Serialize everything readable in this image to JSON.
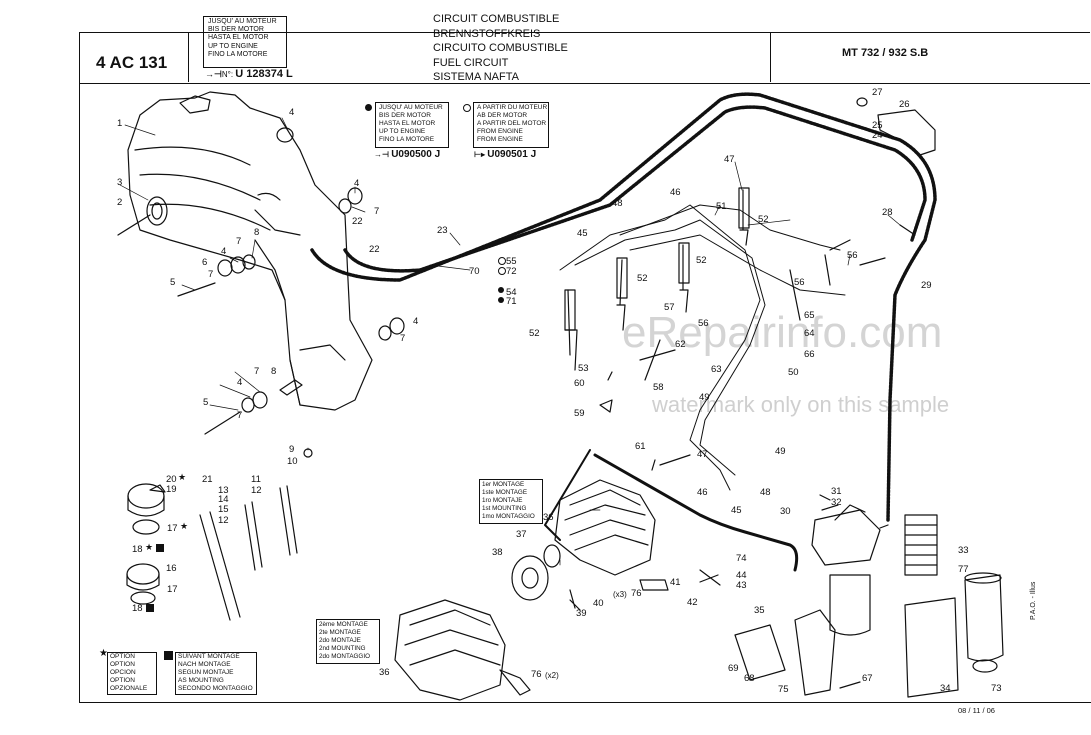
{
  "header": {
    "ref_code": "4 AC 131",
    "engine_until_lines": [
      "JUSQU' AU MOTEUR",
      "BIS DER MOTOR",
      "HASTA EL MOTOR",
      "UP TO ENGINE",
      "FINO LA MOTORE"
    ],
    "engine_until_number": "U 128374 L",
    "engine_prefix_no": "N°",
    "title_lines": [
      "CIRCUIT COMBUSTIBLE",
      "BRENNSTOFFKREIS",
      "CIRCUITO COMBUSTIBLE",
      "FUEL CIRCUIT",
      "SISTEMA NAFTA"
    ],
    "model": "MT 732 / 932 S.B"
  },
  "variant_labels": {
    "until_lines": [
      "JUSQU' AU MOTEUR",
      "BIS DER MOTOR",
      "HASTA EL MOTOR",
      "UP TO ENGINE",
      "FINO LA MOTORE"
    ],
    "until_number": "U090500 J",
    "from_lines": [
      "A PARTIR DU MOTEUR",
      "AB DER MOTOR",
      "A PARTIR DEL MOTOR",
      "FROM ENGINE",
      "FROM ENGINE"
    ],
    "from_number": "U090501 J"
  },
  "montage": {
    "first": [
      "1er MONTAGE",
      "1ste MONTAGE",
      "1ro MONTAJE",
      "1st MOUNTING",
      "1mo MONTAGGIO"
    ],
    "second": [
      "2ème MONTAGE",
      "2te MONTAGE",
      "2do MONTAJE",
      "2nd MOUNTING",
      "2do MONTAGGIO"
    ]
  },
  "legend": {
    "option_lines": [
      "OPTION",
      "OPTION",
      "OPCION",
      "OPTION",
      "OPZIONALE"
    ],
    "engine_lines": [
      "SUIVANT MONTAGE",
      "NACH MONTAGE",
      "SEGUN MONTAJE",
      "AS MOUNTING",
      "SECONDO MONTAGGIO"
    ]
  },
  "callouts": [
    "1",
    "2",
    "3",
    "4",
    "5",
    "6",
    "7",
    "8",
    "9",
    "10",
    "11",
    "12",
    "13",
    "14",
    "15",
    "16",
    "17",
    "18",
    "19",
    "20",
    "21",
    "22",
    "23",
    "24",
    "25",
    "26",
    "27",
    "28",
    "29",
    "30",
    "31",
    "32",
    "33",
    "34",
    "35",
    "36",
    "37",
    "38",
    "39",
    "40",
    "41",
    "42",
    "43",
    "44",
    "45",
    "46",
    "47",
    "48",
    "49",
    "50",
    "51",
    "52",
    "53",
    "54",
    "55",
    "56",
    "57",
    "58",
    "59",
    "60",
    "61",
    "62",
    "63",
    "64",
    "65",
    "66",
    "67",
    "68",
    "69",
    "70",
    "71",
    "72",
    "73",
    "74",
    "75",
    "76",
    "77"
  ],
  "qty_x3": "(x3)",
  "qty_x2": "(x2)",
  "watermark": "eRepairinfo.com",
  "watermark_note": "watermark only on this sample",
  "footer": {
    "date": "08 / 11 / 06",
    "illus": "P.A.O. - Illus"
  }
}
